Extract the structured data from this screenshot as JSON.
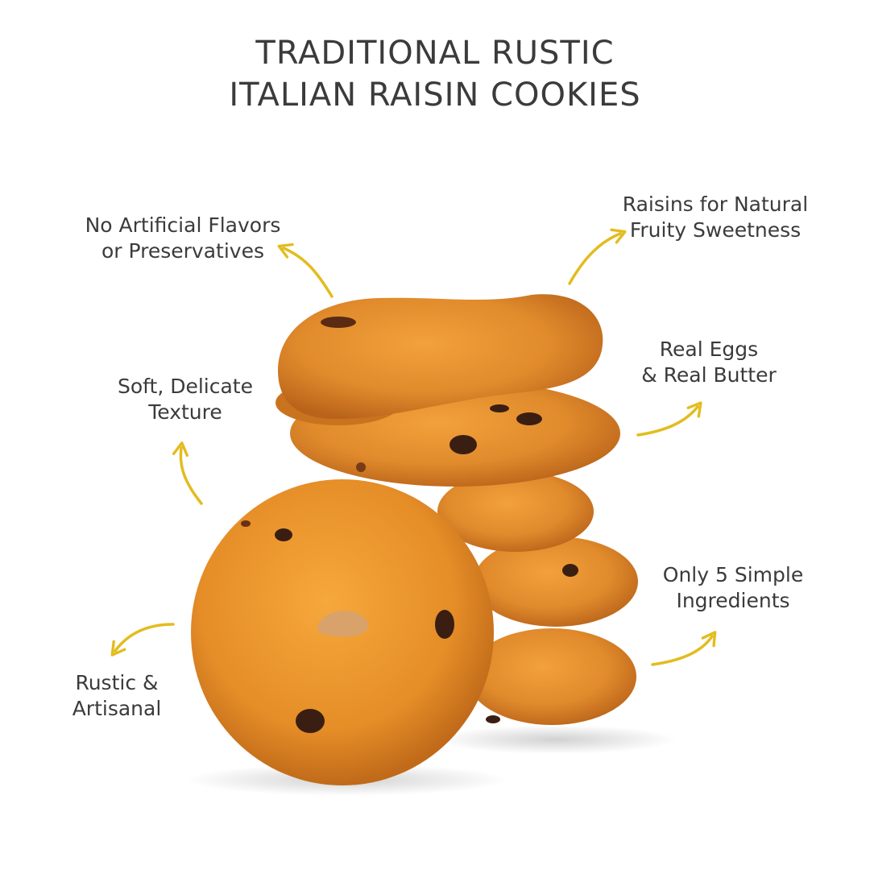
{
  "title": {
    "line1": "TRADITIONAL RUSTIC",
    "line2": "ITALIAN RAISIN COOKIES"
  },
  "callouts": {
    "no_artificial": {
      "line1": "No Artificial Flavors",
      "line2": "or Preservatives"
    },
    "raisins": {
      "line1": "Raisins for Natural",
      "line2": "Fruity Sweetness"
    },
    "soft": {
      "line1": "Soft, Delicate",
      "line2": "Texture"
    },
    "real_eggs": {
      "line1": "Real Eggs",
      "line2": "& Real Butter"
    },
    "simple": {
      "line1": "Only 5 Simple",
      "line2": "Ingredients"
    },
    "rustic": {
      "line1": "Rustic &",
      "line2": "Artisanal"
    }
  },
  "colors": {
    "text": "#3b3b3b",
    "arrow": "#e3bc1f",
    "cookie": "#e08a2c",
    "cookie_shade": "#b8621a",
    "raisin": "#3a1e12"
  }
}
